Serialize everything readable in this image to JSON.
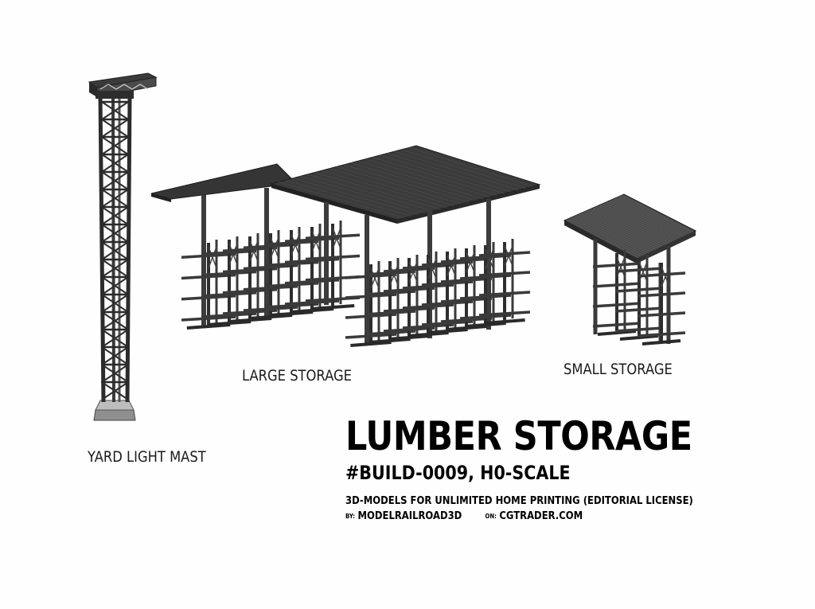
{
  "labels": {
    "large_storage": "LARGE STORAGE",
    "small_storage": "SMALL STORAGE",
    "yard_light_mast": "YARD LIGHT MAST"
  },
  "title": "LUMBER STORAGE",
  "subtitle": "#BUILD-0009, H0-SCALE",
  "description": "3D-MODELS FOR UNLIMITED HOME PRINTING (EDITORIAL LICENSE)",
  "byline": {
    "by_prefix": "BY:",
    "author": "MODELRAILROAD3D",
    "on_prefix": "ON:",
    "site": "CGTRADER.COM"
  },
  "colors": {
    "background": "#fefefe",
    "model_dark": "#2e2e2e",
    "model_mid": "#6a6a6a",
    "roof": "#3a3a3a"
  }
}
